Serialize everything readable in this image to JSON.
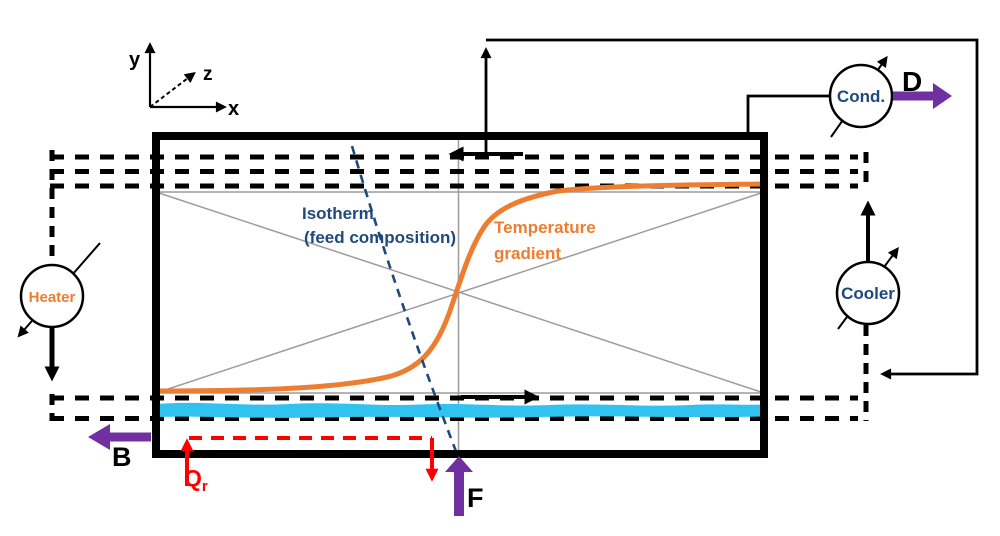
{
  "diagram": {
    "axis_labels": {
      "x": "x",
      "y": "y",
      "z": "z"
    },
    "vessel_labels": {
      "isotherm_line1": "Isotherm",
      "isotherm_line2": "(feed composition)",
      "gradient_line1": "Temperature",
      "gradient_line2": "gradient"
    },
    "instruments": {
      "heater": "Heater",
      "cooler": "Cooler",
      "condenser": "Cond."
    },
    "streams": {
      "distillate": "D",
      "bottoms": "B",
      "feed": "F"
    },
    "heat_duty": {
      "symbol": "Q",
      "subscript": "r"
    },
    "colors": {
      "orange": "#ED7D31",
      "dark_blue": "#1F497D",
      "purple": "#7030A0",
      "red": "#FF0000",
      "liquid_cyan": "#30C3F0",
      "gray": "#9C9C9C",
      "black": "#000000"
    }
  }
}
